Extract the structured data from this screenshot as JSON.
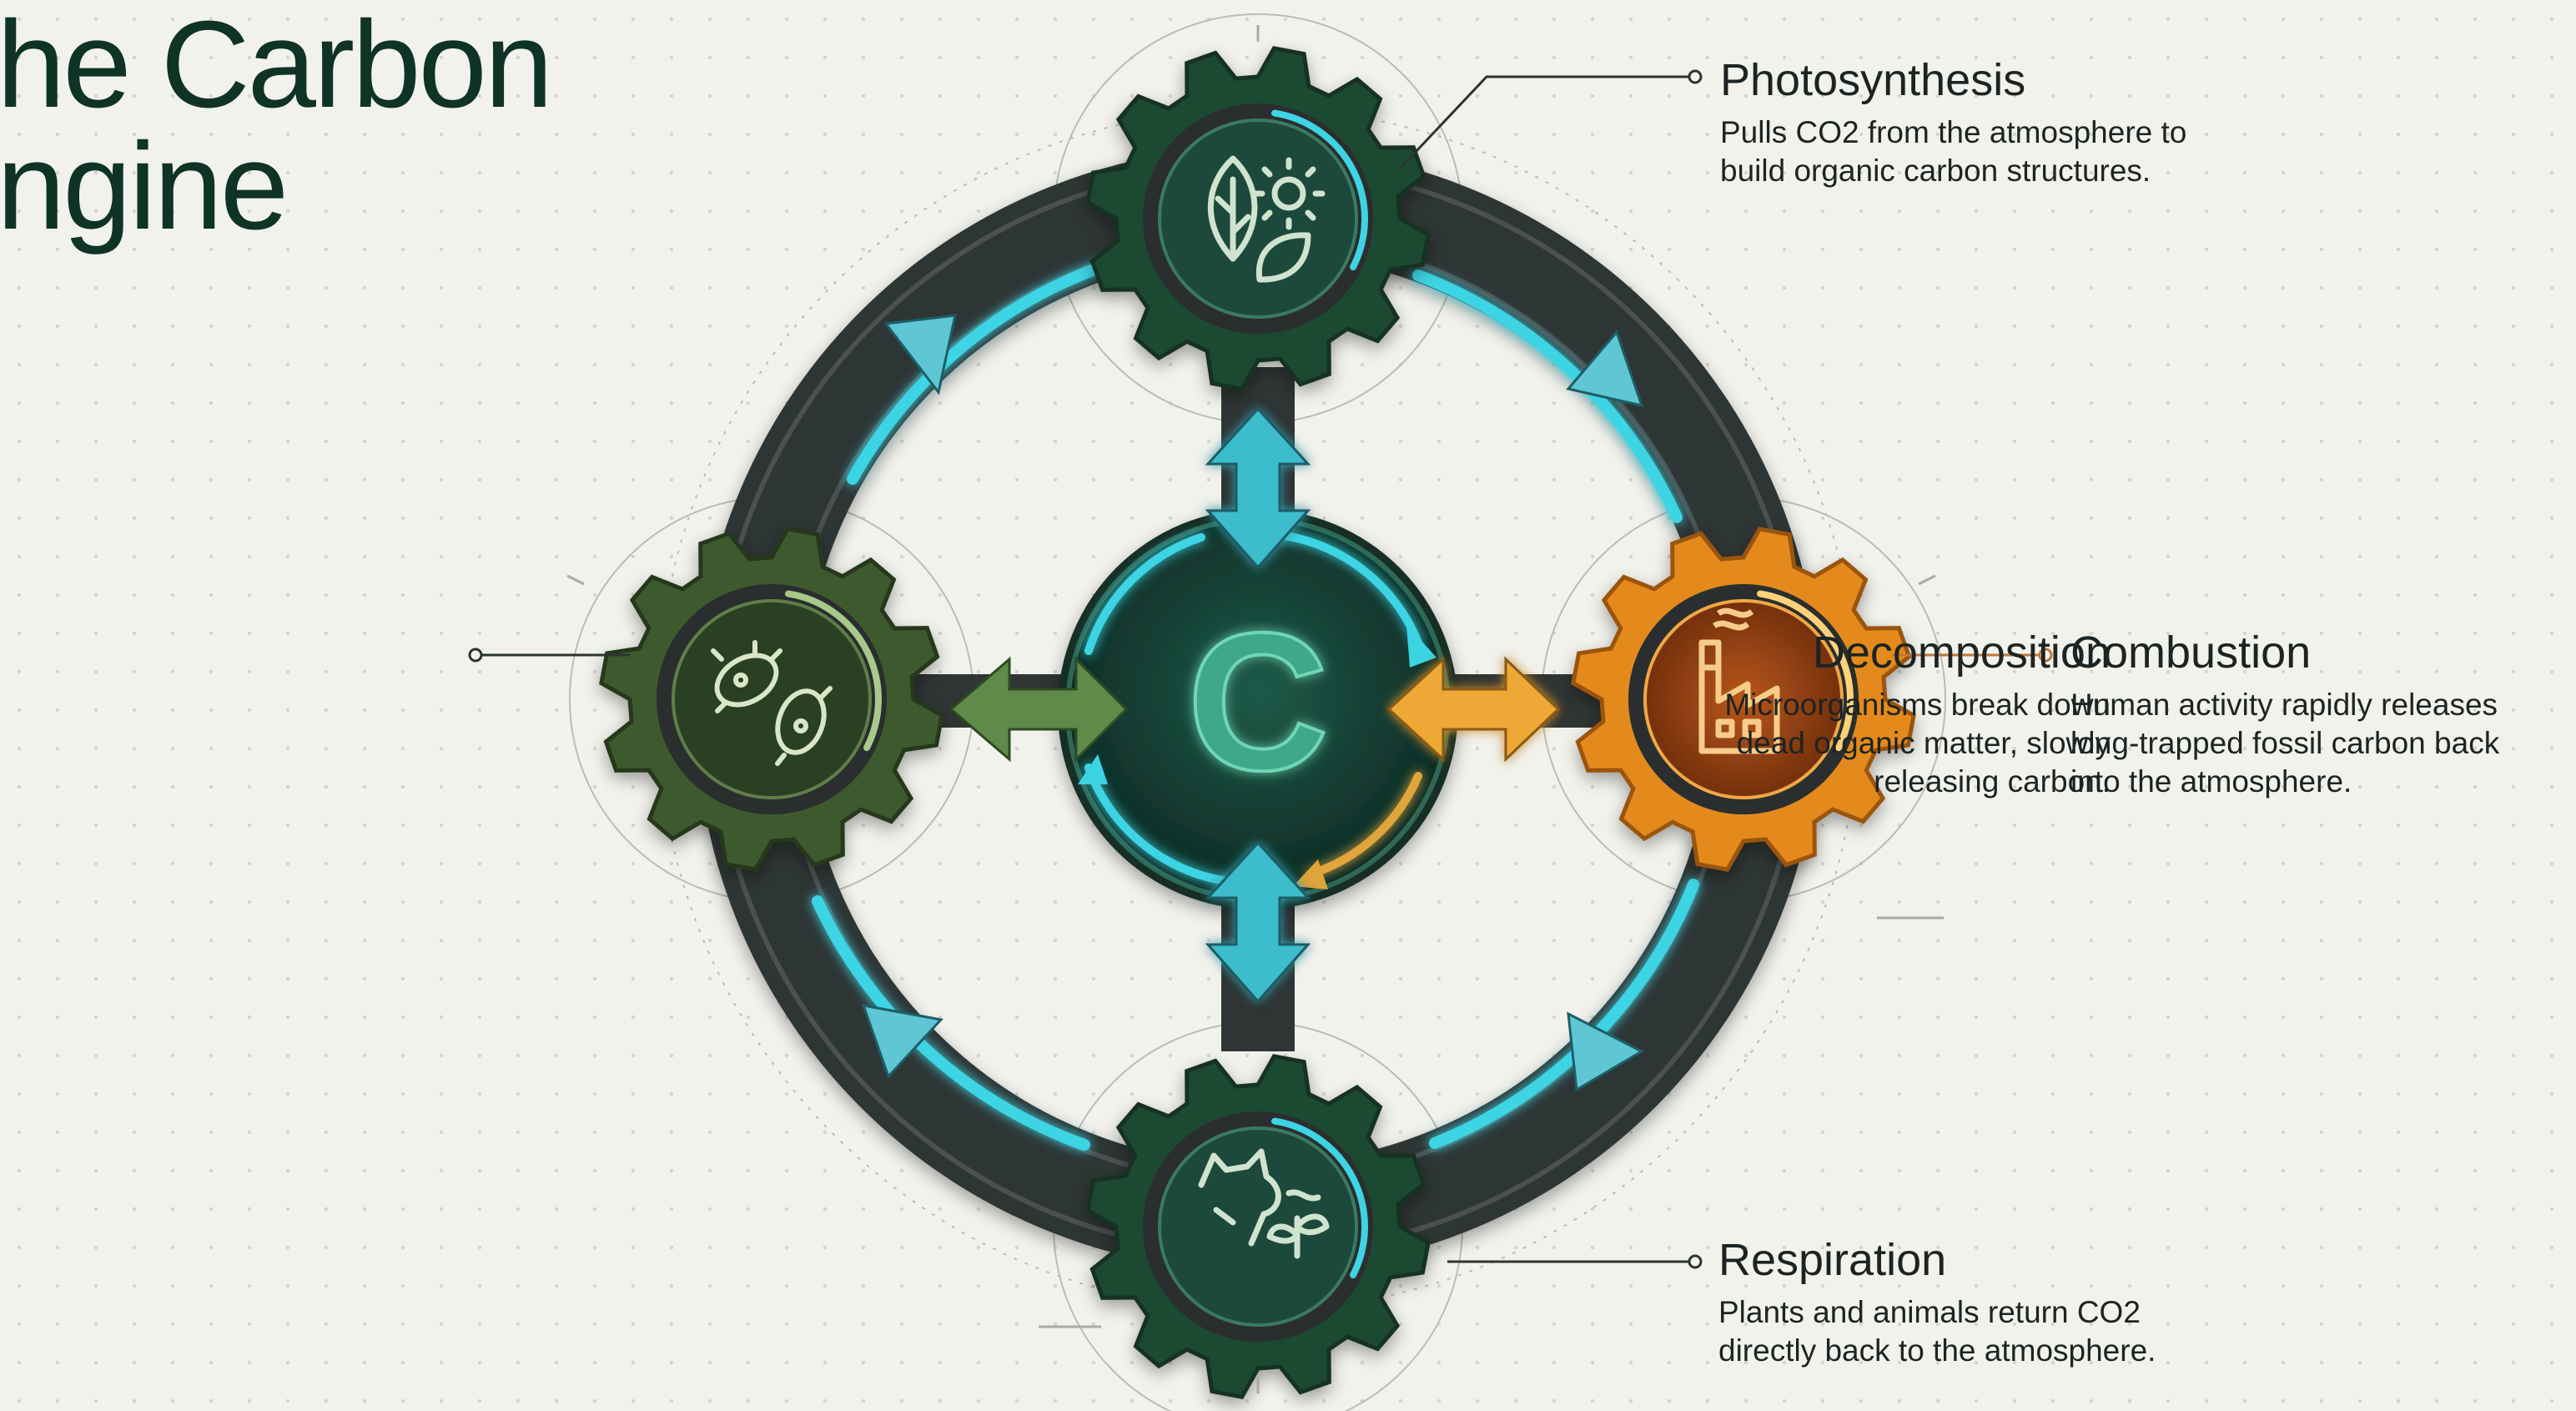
{
  "title": {
    "line1": "he Carbon",
    "line2": "ngine"
  },
  "center_label": "C",
  "colors": {
    "green_dark": "#1e4a33",
    "olive_green": "#3d5a2e",
    "orange": "#e48a1e",
    "cyan": "#3cd4e4",
    "track": "#3a3e3e"
  },
  "stages": {
    "photosynthesis": {
      "title": "Photosynthesis",
      "desc_line1": "Pulls CO2 from the atmosphere to",
      "desc_line2": "build organic carbon structures.",
      "icon": "leaf-sun-icon"
    },
    "combustion": {
      "title": "Combustion",
      "desc_line1": "Human activity rapidly releases",
      "desc_line2": "long-trapped fossil carbon back",
      "desc_line3": "into the atmosphere.",
      "icon": "factory-icon"
    },
    "respiration": {
      "title": "Respiration",
      "desc_line1": "Plants and animals return CO2",
      "desc_line2": "directly back to the atmosphere.",
      "icon": "animal-plant-icon"
    },
    "decomposition": {
      "title": "Decomposition",
      "desc_line1": "Microorganisms break down",
      "desc_line2": "dead organic matter, slowly",
      "desc_line3": "releasing carbon.",
      "icon": "microbe-icon"
    }
  }
}
